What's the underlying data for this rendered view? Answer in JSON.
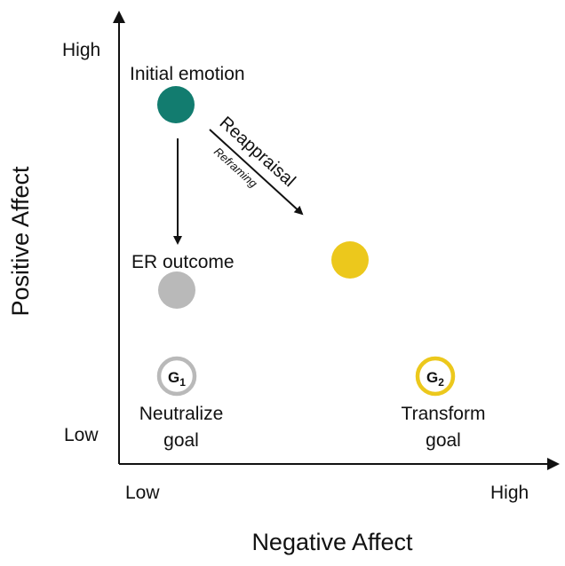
{
  "axes": {
    "x_title": "Negative Affect",
    "y_title": "Positive Affect",
    "x_low": "Low",
    "x_high": "High",
    "y_low": "Low",
    "y_high": "High"
  },
  "nodes": {
    "initial": {
      "label": "Initial emotion",
      "color": "#127c6f"
    },
    "outcome": {
      "label": "ER outcome",
      "color": "#b9b9b9"
    },
    "reappraised": {
      "color": "#ecc81c"
    }
  },
  "arrows": {
    "reappraisal": {
      "label": "Reappraisal",
      "sublabel": "Reframing"
    }
  },
  "goals": {
    "g1": {
      "letter": "G",
      "subscript": "1",
      "label_line1": "Neutralize",
      "label_line2": "goal",
      "ring_color": "#b9b9b9"
    },
    "g2": {
      "letter": "G",
      "subscript": "2",
      "label_line1": "Transform",
      "label_line2": "goal",
      "ring_color": "#ecc81c"
    }
  }
}
